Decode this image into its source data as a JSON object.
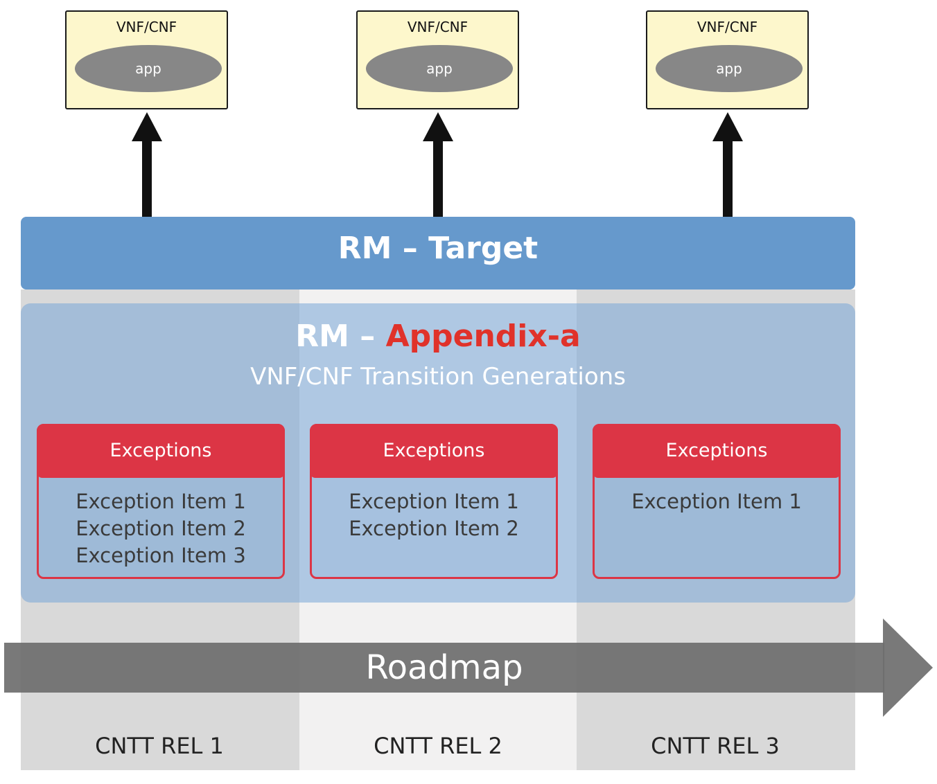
{
  "vnf_boxes": [
    {
      "title": "VNF/CNF",
      "app": "app"
    },
    {
      "title": "VNF/CNF",
      "app": "app"
    },
    {
      "title": "VNF/CNF",
      "app": "app"
    }
  ],
  "target": {
    "label": "RM – Target"
  },
  "appendix": {
    "prefix": "RM – ",
    "highlight": "Appendix-a",
    "subtitle": "VNF/CNF Transition Generations",
    "highlight_color": "#e0322a"
  },
  "exceptions": [
    {
      "header": "Exceptions",
      "items": [
        "Exception Item 1",
        "Exception Item 2",
        "Exception Item 3"
      ]
    },
    {
      "header": "Exceptions",
      "items": [
        "Exception Item 1",
        "Exception Item 2"
      ]
    },
    {
      "header": "Exceptions",
      "items": [
        "Exception Item 1"
      ]
    }
  ],
  "roadmap": {
    "label": "Roadmap"
  },
  "releases": [
    "CNTT REL 1",
    "CNTT REL 2",
    "CNTT REL 3"
  ],
  "colors": {
    "target_blue": "#6699cc",
    "exception_red": "#dc3545",
    "vnf_fill": "#fdf7cc",
    "app_grey": "#878787"
  }
}
